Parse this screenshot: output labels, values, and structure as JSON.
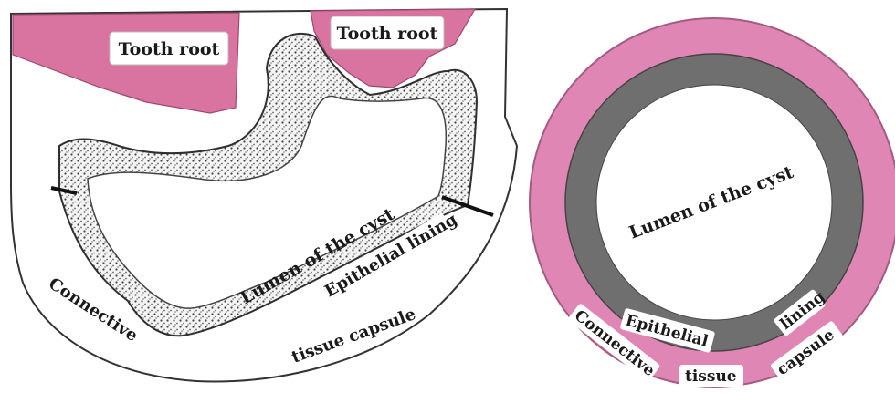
{
  "left_panel": {
    "tooth_root_left": "Tooth root",
    "tooth_root_right": "Tooth root",
    "lumen": "Lumen of the cyst",
    "epithelial_lining": "Epithelial lining",
    "connective": "Connective",
    "tissue_capsule": "tissue capsule"
  },
  "right_panel": {
    "lumen": "Lumen of the cyst",
    "epithelial": "Epithelial",
    "lining": "lining",
    "connective": "Connective",
    "tissue": "tissue",
    "capsule": "capsule"
  },
  "colors": {
    "tooth_pink": "#d9739f",
    "capsule_pink": "#df86b4",
    "epithelium_gray": "#6f6f6f",
    "ink": "#1a1a1a"
  }
}
